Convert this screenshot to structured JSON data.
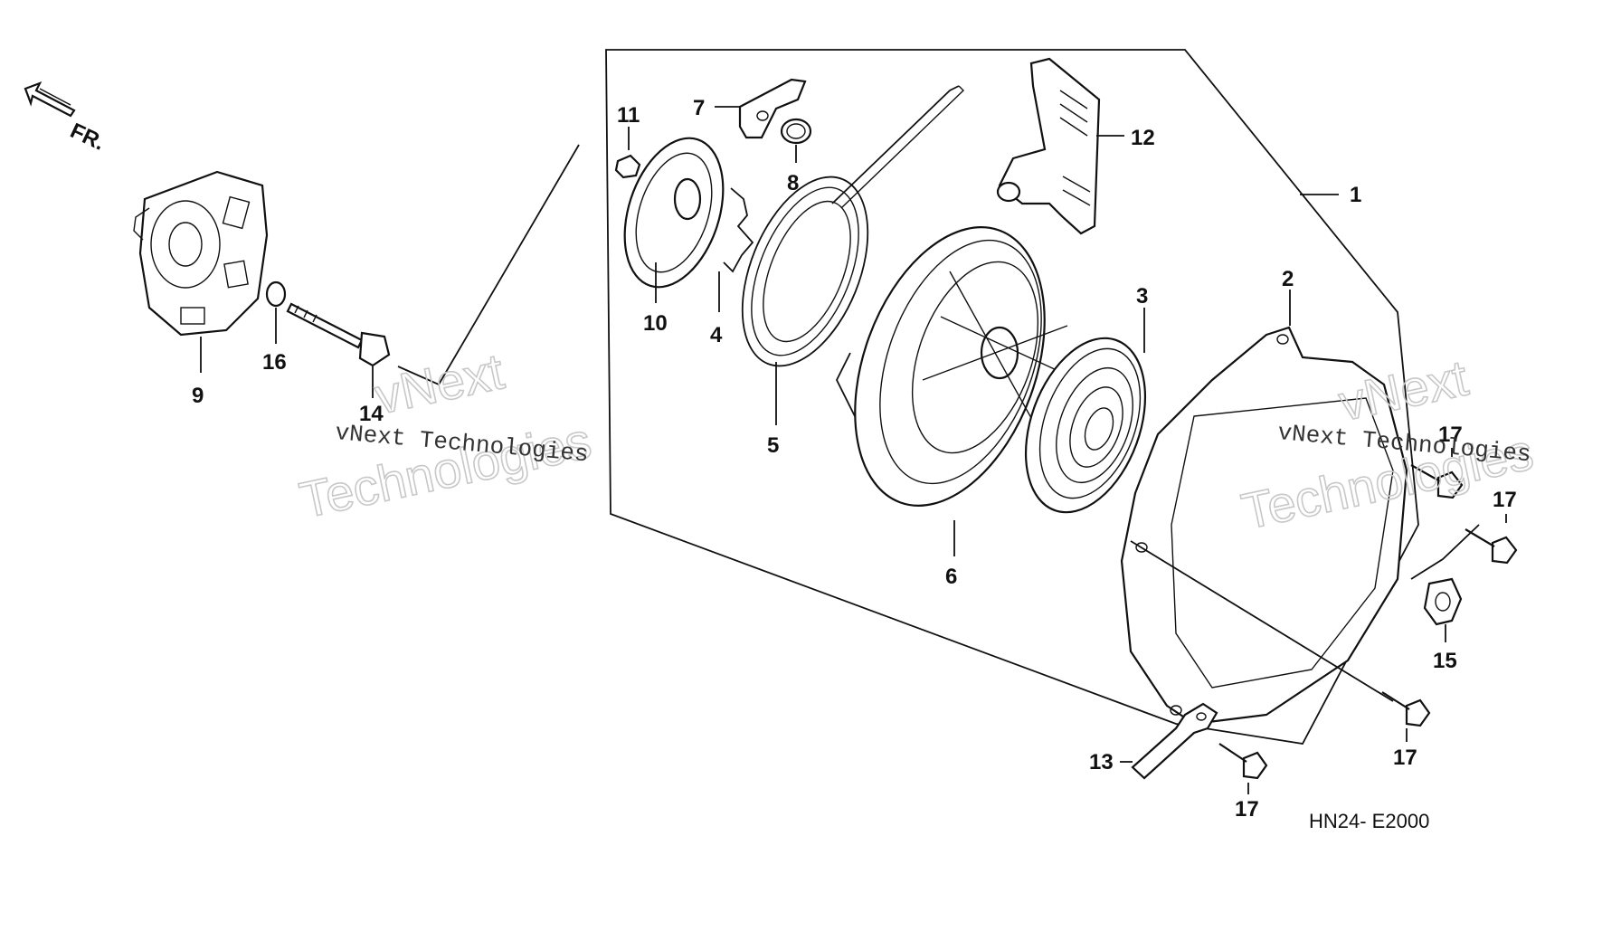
{
  "diagram": {
    "code": "HN24- E2000",
    "front_marker": "FR.",
    "watermark": {
      "brand": "vNext",
      "word": "Technologies",
      "line": "vNext Technologies"
    },
    "callouts": [
      {
        "id": "c1",
        "text": "1"
      },
      {
        "id": "c2",
        "text": "2"
      },
      {
        "id": "c3",
        "text": "3"
      },
      {
        "id": "c4",
        "text": "4"
      },
      {
        "id": "c5",
        "text": "5"
      },
      {
        "id": "c6",
        "text": "6"
      },
      {
        "id": "c7",
        "text": "7"
      },
      {
        "id": "c8",
        "text": "8"
      },
      {
        "id": "c9",
        "text": "9"
      },
      {
        "id": "c10",
        "text": "10"
      },
      {
        "id": "c11",
        "text": "11"
      },
      {
        "id": "c12",
        "text": "12"
      },
      {
        "id": "c13",
        "text": "13"
      },
      {
        "id": "c14",
        "text": "14"
      },
      {
        "id": "c15",
        "text": "15"
      },
      {
        "id": "c16",
        "text": "16"
      },
      {
        "id": "c17a",
        "text": "17"
      },
      {
        "id": "c17b",
        "text": "17"
      },
      {
        "id": "c17c",
        "text": "17"
      },
      {
        "id": "c17d",
        "text": "17"
      }
    ]
  }
}
